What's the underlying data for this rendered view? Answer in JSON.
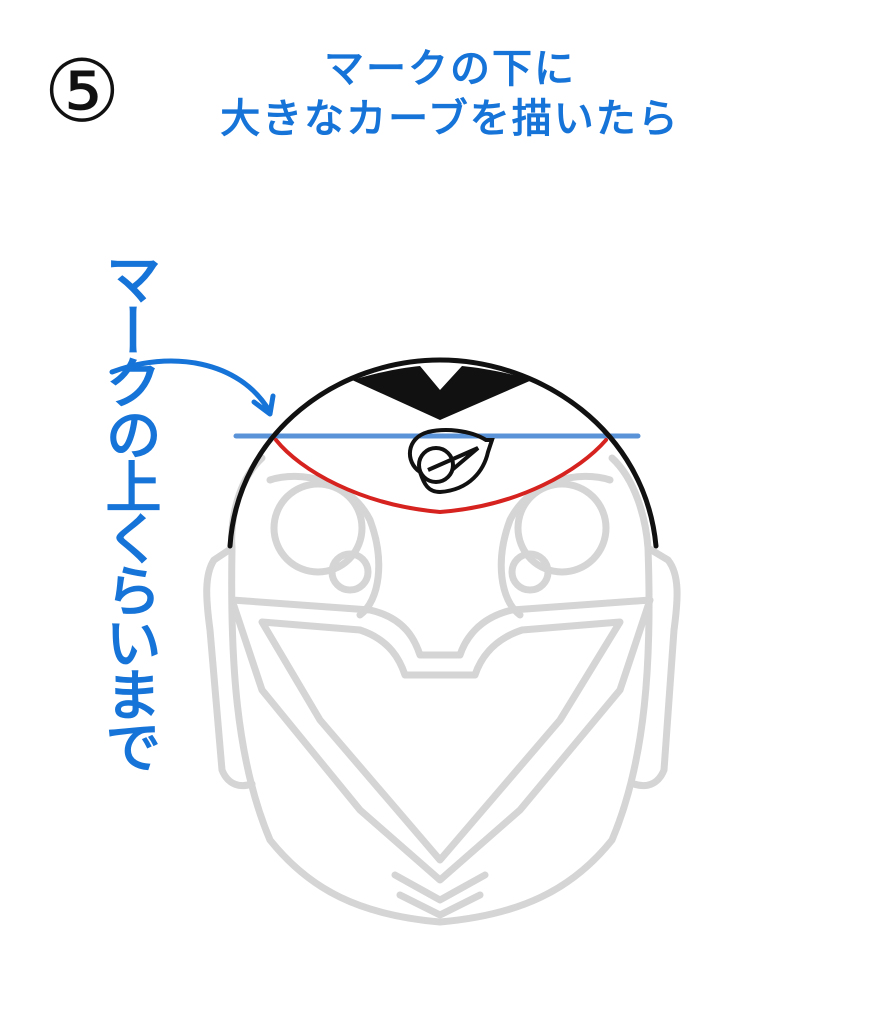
{
  "step": {
    "number": "⑤"
  },
  "instruction": {
    "line1": "マークの下に",
    "line2": "大きなカーブを描いたら"
  },
  "side_note": {
    "text": "マークの上くらいまで"
  },
  "colors": {
    "accent_blue": "#1673d8",
    "guide_blue": "#5b93d9",
    "curve_red": "#d6231f",
    "outline_black": "#111111",
    "sketch_gray": "#d5d5d5"
  }
}
